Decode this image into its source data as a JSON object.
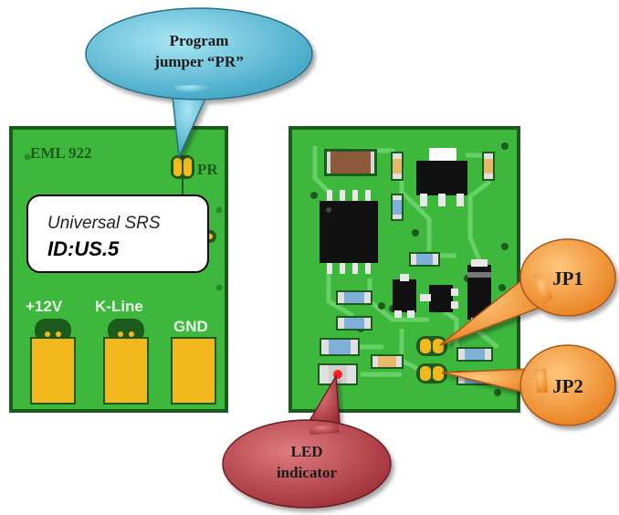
{
  "left_board": {
    "model": "EML 922",
    "jumper_label": "PR",
    "card_line1": "Universal SRS",
    "card_line2": "ID:US.5",
    "pins": [
      "+12V",
      "K-Line",
      "GND"
    ]
  },
  "callouts": {
    "program_line1": "Program",
    "program_line2": "jumper “PR”",
    "jp1": "JP1",
    "jp2": "JP2",
    "led_line1": "LED",
    "led_line2": "indicator"
  },
  "colors": {
    "pcb": "#3db83d",
    "pcb_edge": "#1c4a1c",
    "trace": "#67d067",
    "silk_text": "#eaffea",
    "pad": "#f2b81e",
    "callout_blue": "#6cc6de",
    "callout_orange": "#f59a3c",
    "callout_red": "#b8434a",
    "led": "#ff2020"
  }
}
